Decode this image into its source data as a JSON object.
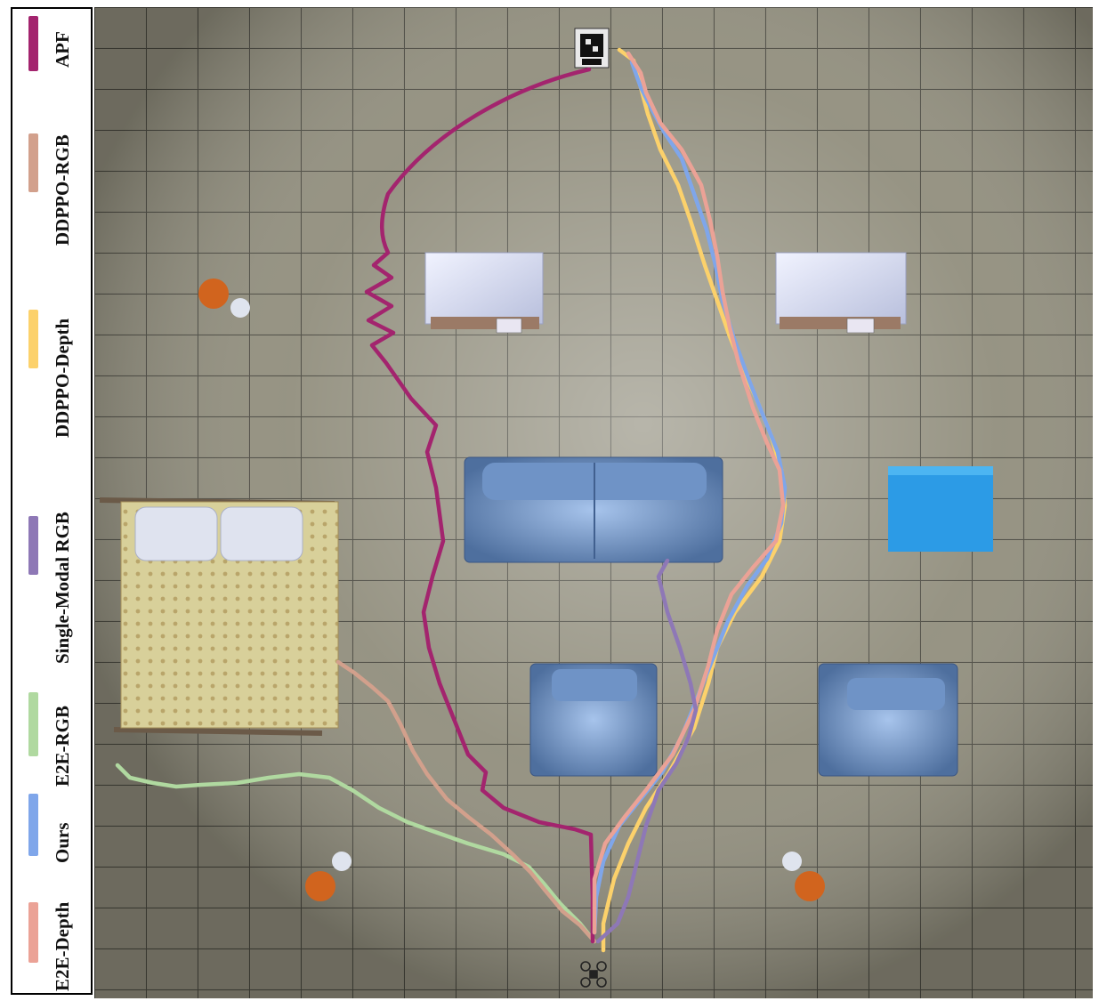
{
  "legend": {
    "items": [
      {
        "label": "APF",
        "color": "#a3246e"
      },
      {
        "label": "DDPPO-RGB",
        "color": "#d2a08c"
      },
      {
        "label": "DDPPO-Depth",
        "color": "#fcd16b"
      },
      {
        "label": "Single-Modal RGB",
        "color": "#8e78b6"
      },
      {
        "label": "E2E-RGB",
        "color": "#b0d9a0"
      },
      {
        "label": "Ours",
        "color": "#7fa6ea"
      },
      {
        "label": "E2E-Depth",
        "color": "#eba296"
      }
    ]
  },
  "scene": {
    "floor_color": "#8d8a7a",
    "tile_line_color": "#4a4940",
    "furniture": [
      "cabinet-left",
      "cabinet-right",
      "sofa",
      "blue-cube",
      "armchair-left",
      "armchair-right",
      "bed",
      "lamp-top-left",
      "lamp-bottom-left",
      "lamp-bottom-right"
    ],
    "markers": [
      "goal-marker-icon",
      "drone-icon"
    ]
  }
}
